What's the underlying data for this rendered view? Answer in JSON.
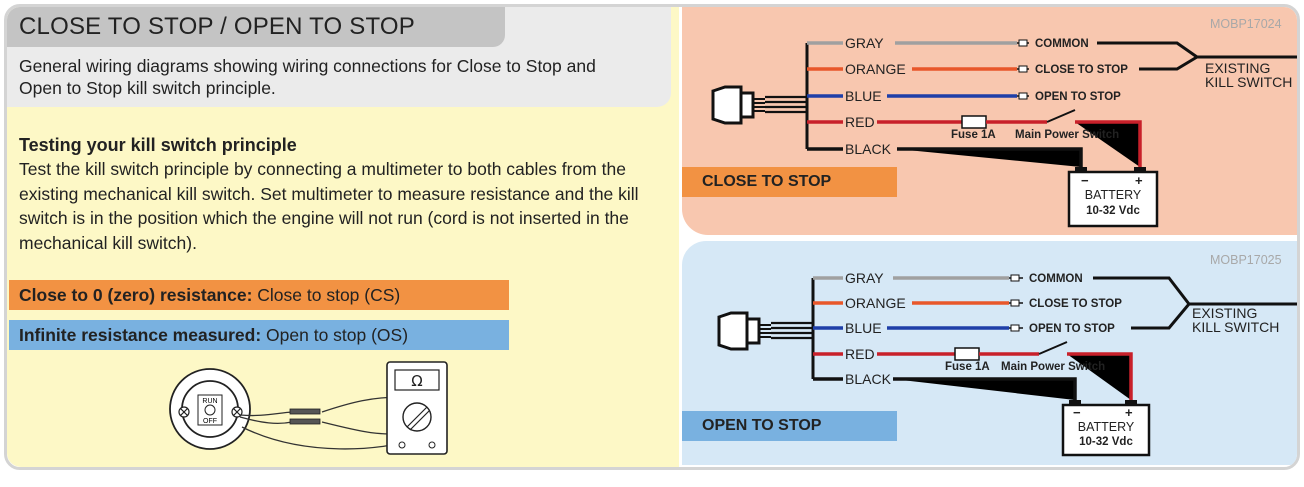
{
  "left": {
    "title": "CLOSE TO STOP / OPEN TO STOP",
    "description": "General wiring diagrams showing wiring connections for Close to Stop and Open to Stop kill switch principle.",
    "testing_heading": "Testing your kill switch principle",
    "testing_body": "Test the kill switch principle by connecting a multimeter to both cables from the existing mechanical kill switch. Set multimeter to measure resistance and the kill switch is in the position which the engine will not run (cord is not inserted in the mechanical kill switch).",
    "cs_bold": "Close to 0 (zero) resistance:",
    "cs_text": " Close to stop (CS)",
    "os_bold": "Infinite resistance measured:",
    "os_text": " Open to stop (OS)",
    "switch_run": "RUN",
    "switch_off": "OFF",
    "ohm_symbol": "Ω"
  },
  "diagrams": {
    "close_to_stop": {
      "code": "MOBP17024",
      "label": "CLOSE TO STOP",
      "wires": [
        "GRAY",
        "ORANGE",
        "BLUE",
        "RED",
        "BLACK"
      ],
      "common": "COMMON",
      "contact": "CLOSE TO STOP",
      "other": "OPEN TO STOP",
      "kill_switch": [
        "EXISTING",
        "KILL SWITCH"
      ],
      "fuse": "Fuse 1A",
      "main_switch": "Main Power Switch",
      "battery": "BATTERY",
      "voltage": "10-32 Vdc"
    },
    "open_to_stop": {
      "code": "MOBP17025",
      "label": "OPEN TO STOP",
      "wires": [
        "GRAY",
        "ORANGE",
        "BLUE",
        "RED",
        "BLACK"
      ],
      "common": "COMMON",
      "other": "CLOSE TO STOP",
      "contact": "OPEN TO STOP",
      "kill_switch": [
        "EXISTING",
        "KILL SWITCH"
      ],
      "fuse": "Fuse 1A",
      "main_switch": "Main Power Switch",
      "battery": "BATTERY",
      "voltage": "10-32 Vdc"
    }
  },
  "colors": {
    "gray_wire": "#a0a0a0",
    "orange_wire": "#e8572a",
    "blue_wire": "#1f3fa8",
    "red_wire": "#c8202a",
    "black_wire": "#111111",
    "cs_bar": "#f29243",
    "os_bar": "#79b1e0",
    "panel_top": "#f8c7af",
    "panel_bottom": "#d6e8f6"
  }
}
